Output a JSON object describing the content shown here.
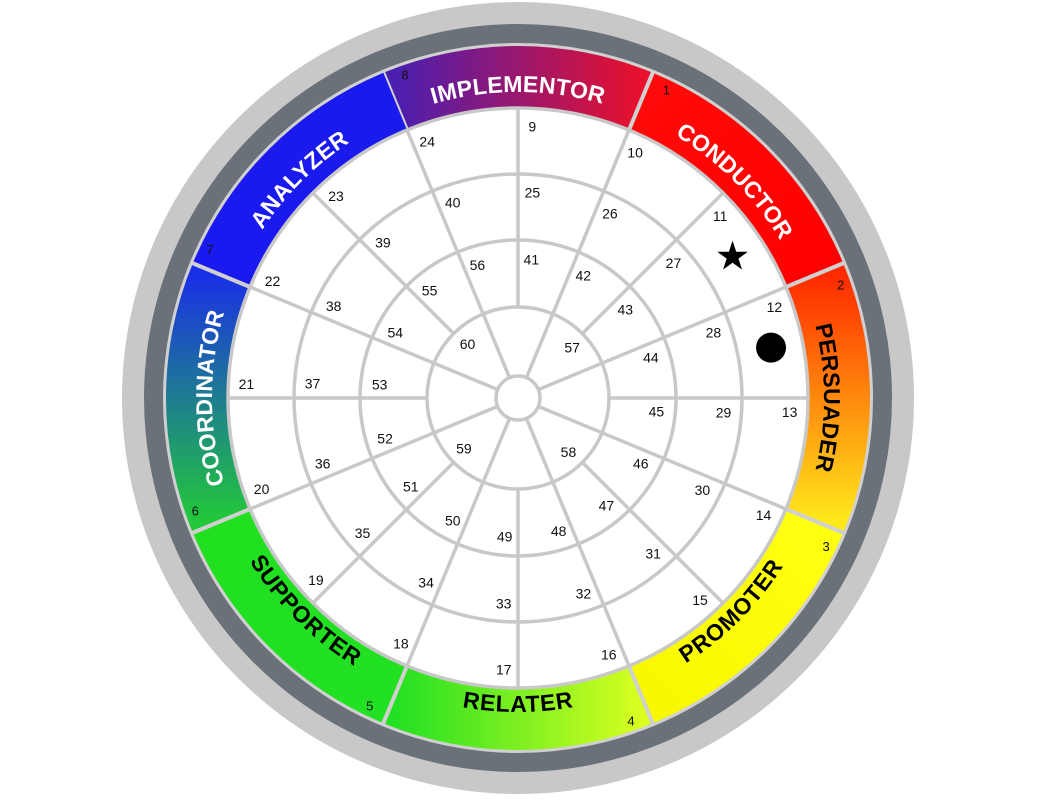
{
  "sectors": [
    {
      "label": "IMPLEMENTOR",
      "number": "8",
      "colors": [
        "#4b1fb0",
        "#e8102c"
      ],
      "text_color": "#ffffff"
    },
    {
      "label": "CONDUCTOR",
      "number": "1",
      "colors": [
        "#ff0a0a",
        "#ff0000"
      ],
      "text_color": "#ffffff"
    },
    {
      "label": "PERSUADER",
      "number": "2",
      "colors": [
        "#ff2a00",
        "#ffe81a"
      ],
      "text_color": "#000000"
    },
    {
      "label": "PROMOTER",
      "number": "3",
      "colors": [
        "#ffff10",
        "#f8f800"
      ],
      "text_color": "#000000"
    },
    {
      "label": "RELATER",
      "number": "4",
      "colors": [
        "#d8ff20",
        "#22e022"
      ],
      "text_color": "#000000"
    },
    {
      "label": "SUPPORTER",
      "number": "5",
      "colors": [
        "#22e022",
        "#20e020"
      ],
      "text_color": "#000000"
    },
    {
      "label": "COORDINATOR",
      "number": "6",
      "colors": [
        "#22c83a",
        "#1a30e6"
      ],
      "text_color": "#ffffff"
    },
    {
      "label": "ANALYZER",
      "number": "7",
      "colors": [
        "#1a1af0",
        "#1a1aee"
      ],
      "text_color": "#ffffff"
    }
  ],
  "rings": [
    [
      "9",
      "10",
      "11",
      "12",
      "13",
      "14",
      "15",
      "16",
      "17",
      "18",
      "19",
      "20",
      "21",
      "22",
      "23",
      "24"
    ],
    [
      "25",
      "26",
      "27",
      "28",
      "29",
      "30",
      "31",
      "32",
      "33",
      "34",
      "35",
      "36",
      "37",
      "38",
      "39",
      "40"
    ],
    [
      "41",
      "42",
      "43",
      "44",
      "45",
      "46",
      "47",
      "48",
      "49",
      "50",
      "51",
      "52",
      "53",
      "54",
      "55",
      "56"
    ],
    [
      "57",
      "58",
      "59",
      "60"
    ]
  ],
  "markers": [
    {
      "shape": "star",
      "symbol": "★",
      "cell": "11"
    },
    {
      "shape": "dot",
      "cell": "12"
    }
  ],
  "colors": {
    "outer_ring": "#c8c8c8",
    "dark_ring": "#6b7178",
    "grid": "#c8c8c8"
  }
}
